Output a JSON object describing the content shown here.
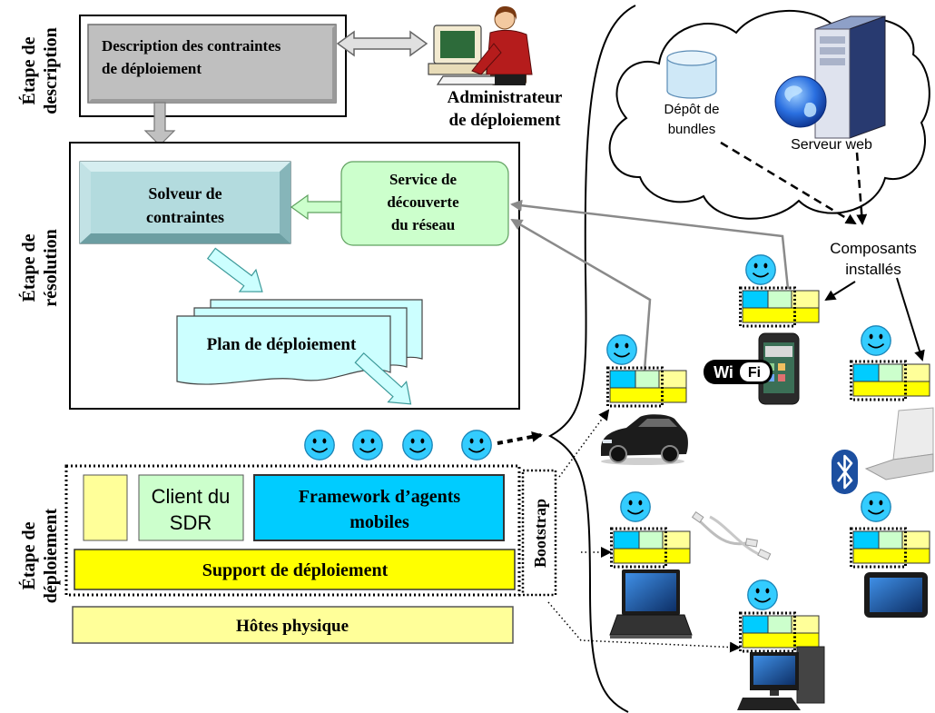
{
  "stages": {
    "description": {
      "lines": [
        "Étape de",
        "description"
      ]
    },
    "resolution": {
      "lines": [
        "Étape de",
        "résolution"
      ]
    },
    "deployment": {
      "lines": [
        "Étape de",
        "déploiement"
      ]
    }
  },
  "description_box": {
    "lines": [
      "Description des contraintes",
      "de déploiement"
    ]
  },
  "administrator": {
    "lines": [
      "Administrateur",
      "de déploiement"
    ],
    "icon": "administrator-at-computer-icon"
  },
  "solver": {
    "lines": [
      "Solveur de",
      "contraintes"
    ]
  },
  "discovery_service": {
    "lines": [
      "Service de",
      "découverte",
      "du réseau"
    ]
  },
  "plan": {
    "label": "Plan de déploiement"
  },
  "sdr_client": {
    "lines": [
      "Client du",
      "SDR"
    ]
  },
  "framework": {
    "lines": [
      "Framework d’agents",
      "mobiles"
    ]
  },
  "support": {
    "label": "Support de déploiement"
  },
  "bootstrap": {
    "label": "Bootstrap"
  },
  "hosts": {
    "label": "Hôtes physique"
  },
  "cloud": {
    "repository": {
      "lines": [
        "Dépôt de",
        "bundles"
      ],
      "icon": "database-cylinder-icon"
    },
    "server": {
      "label": "Serveur web",
      "icon": "web-server-globe-icon"
    }
  },
  "installed_components": {
    "lines": [
      "Composants",
      "installés"
    ]
  },
  "wifi_logo": {
    "left": "Wi",
    "right": "Fi"
  },
  "icons": [
    "agent-smiley-icon",
    "smartphone-icon",
    "car-icon",
    "wifi-logo-icon",
    "laptop-silver-icon",
    "bluetooth-icon",
    "network-cable-icon",
    "laptop-icon",
    "tablet-icon",
    "desktop-computer-icon"
  ],
  "colors": {
    "description_gray": "#bfbfbf",
    "solver_teal": "#a9d3d6",
    "service_green": "#ccffcc",
    "plan_cyan": "#ccffff",
    "framework_cyan": "#00ccff",
    "support_yellow": "#ffff00",
    "light_yellow": "#ffff99",
    "smiley_blue": "#33ccff"
  }
}
